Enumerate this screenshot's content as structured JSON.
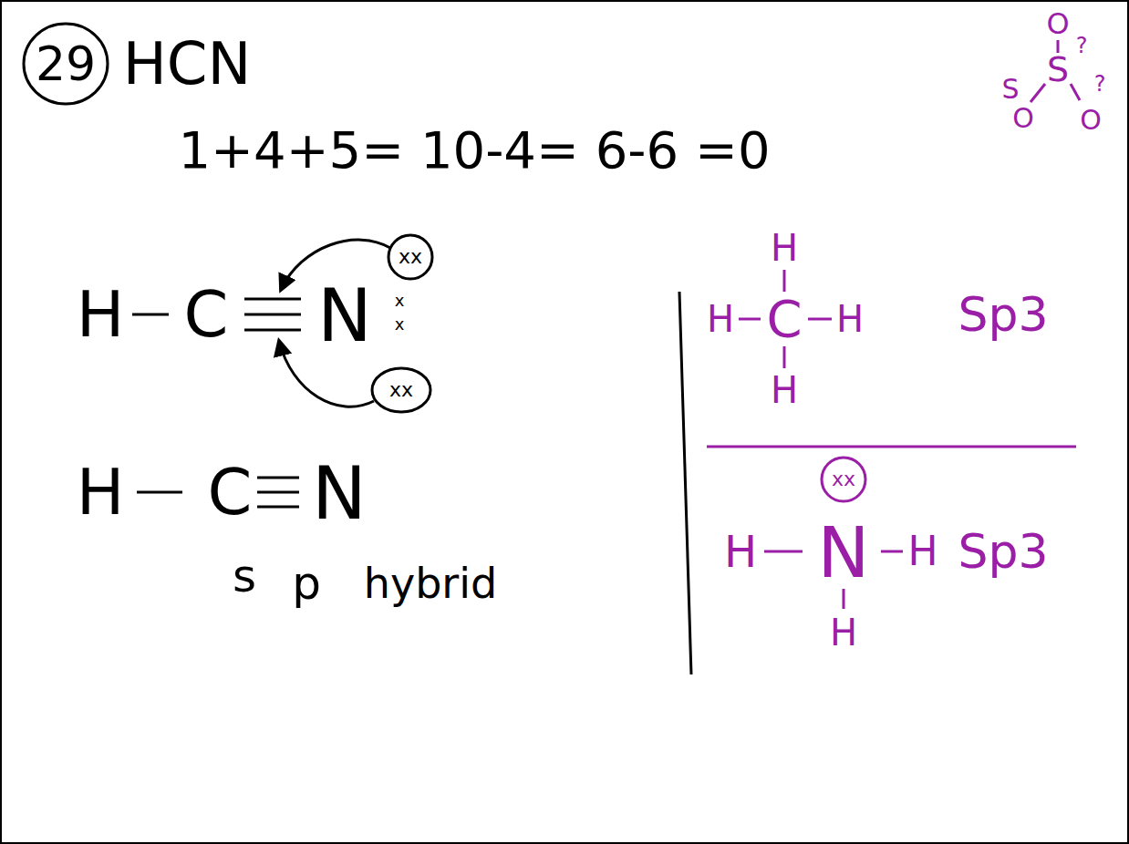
{
  "diagram": {
    "labels": [
      "29",
      "HCN",
      "1+4+5= 10-4= 6-6 =0",
      "O",
      "?",
      "S",
      "S",
      "?",
      "O",
      "O",
      "H",
      "C",
      "N",
      "xx",
      "xx",
      "x",
      "x",
      "H",
      "C",
      "N",
      "s",
      "p",
      "hybrid",
      "H",
      "H",
      "C",
      "H",
      "H",
      "Sp3",
      "H",
      "xx",
      "N",
      "H",
      "H",
      "Sp3"
    ]
  }
}
